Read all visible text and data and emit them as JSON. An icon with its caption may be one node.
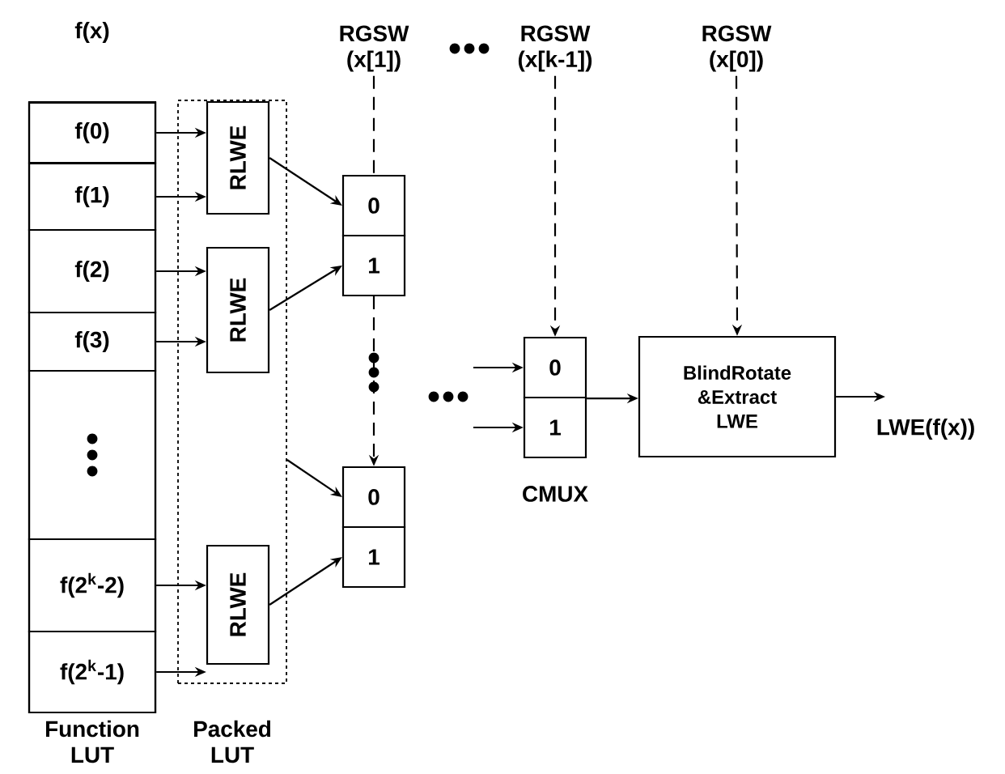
{
  "diagram": {
    "nodes": [
      {
        "text": [
          "f(x)",
          "Function LUT"
        ]
      },
      {
        "text": [
          "f(0)"
        ],
        "in": 0
      },
      {
        "text": [
          "f(1)"
        ],
        "in": 0
      },
      {
        "text": [
          "f(2)"
        ],
        "in": 0
      },
      {
        "text": [
          "f(3)"
        ],
        "in": 0
      },
      {
        "text": [],
        "shape": "box",
        "in": 0
      },
      {
        "text": [
          "f(2$^{k}$-2)"
        ],
        "in": 0
      },
      {
        "text": [
          "f(2$^{k}$-1)"
        ],
        "in": 0
      },
      {
        "text": [
          "Packed LUT"
        ]
      },
      {
        "text": [
          "RLWE"
        ],
        "in": 8
      },
      {
        "text": [
          "RLWE"
        ],
        "in": 8
      },
      {
        "text": [
          "RLWE"
        ],
        "in": 8
      },
      {
        "text": [
          "RGSW (x[1])"
        ]
      },
      {
        "text": [
          "RGSW (x[k-1])"
        ]
      },
      {
        "text": [
          "RGSW (x[0])"
        ]
      },
      {
        "text": [
          "0"
        ]
      },
      {
        "text": [
          "1"
        ]
      },
      {
        "text": [
          "0"
        ]
      },
      {
        "text": [
          "1"
        ]
      },
      {
        "text": [
          "0"
        ]
      },
      {
        "text": [
          "1"
        ]
      },
      {
        "text": [
          "BlindRotate &Extract LWE"
        ]
      },
      {
        "text": [
          "LWE(f(x))"
        ]
      }
    ],
    "edges": [
      {
        "from": 1,
        "to": 9,
        "arrow": "to"
      },
      {
        "from": 2,
        "to": 9,
        "arrow": "to"
      },
      {
        "from": 3,
        "to": 10,
        "arrow": "to"
      },
      {
        "from": 4,
        "to": 10,
        "arrow": "to"
      },
      {
        "from": 6,
        "to": 11,
        "arrow": "to"
      },
      {
        "from": 7,
        "to": 11,
        "arrow": "to"
      },
      {
        "from": 9,
        "to": 15,
        "arrow": "to"
      },
      {
        "from": 10,
        "to": 16,
        "arrow": "to"
      },
      {
        "from": 8,
        "to": 17,
        "arrow": "to"
      },
      {
        "from": 11,
        "to": 18,
        "arrow": "to"
      },
      {
        "from": 12,
        "to": 15,
        "arrow": "none",
        "style": "dashed"
      },
      {
        "from": 16,
        "to": 17,
        "arrow": "to",
        "style": "dashed"
      },
      {
        "from": 13,
        "to": 19,
        "arrow": "to",
        "style": "dashed"
      },
      {
        "from": 14,
        "to": 21,
        "arrow": "to",
        "style": "dashed"
      },
      {
        "from": null,
        "to": 19,
        "arrow": "to"
      },
      {
        "from": null,
        "to": 20,
        "arrow": "to"
      },
      {
        "from": 19,
        "to": 21,
        "arrow": "to"
      },
      {
        "from": 21,
        "to": 22,
        "arrow": "to"
      }
    ],
    "labels": [
      "CMUX"
    ]
  }
}
